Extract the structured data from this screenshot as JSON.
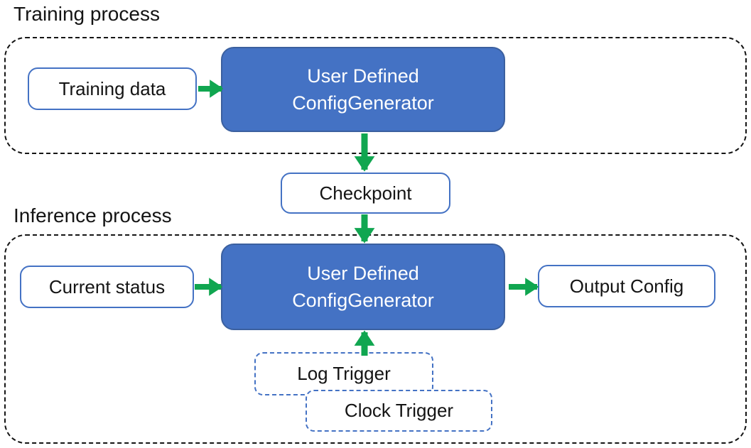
{
  "colors": {
    "arrow_green": "#10A650",
    "node_fill_blue": "#4472C4",
    "node_border_blue": "#3B609F",
    "box_border_blue": "#4472C4",
    "container_border": "#141414",
    "text_dark": "#141414",
    "text_light": "#FFFFFF"
  },
  "training": {
    "title": "Training process",
    "input_label": "Training data",
    "generator_line1": "User Defined",
    "generator_line2": "ConfigGenerator"
  },
  "checkpoint_label": "Checkpoint",
  "inference": {
    "title": "Inference process",
    "input_label": "Current status",
    "generator_line1": "User Defined",
    "generator_line2": "ConfigGenerator",
    "output_label": "Output Config",
    "log_trigger_label": "Log Trigger",
    "clock_trigger_label": "Clock Trigger"
  }
}
